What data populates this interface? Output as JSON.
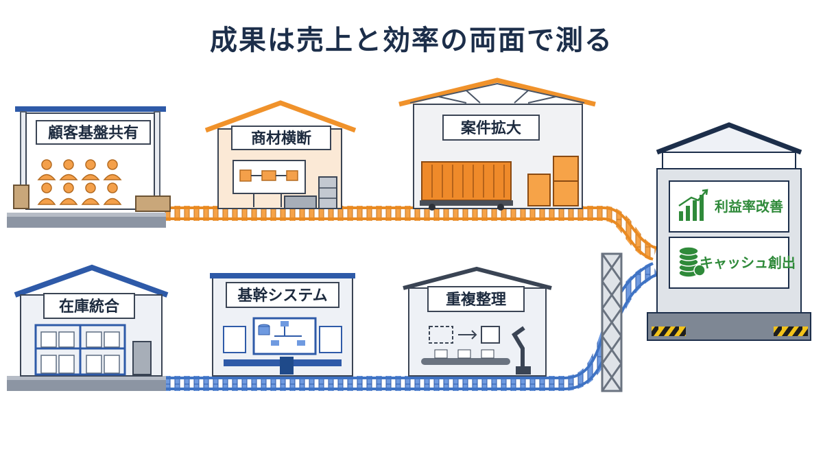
{
  "title": "成果は売上と効率の両面で測る",
  "colors": {
    "navy": "#1c2e4a",
    "orange": "#f0922b",
    "blue": "#3f73c4",
    "green": "#2f8a3a"
  },
  "sales_track": {
    "stations": [
      {
        "label": "顧客基盤共有",
        "icon": "audience-icon"
      },
      {
        "label": "商材横断",
        "icon": "product-chain-icon"
      },
      {
        "label": "案件拡大",
        "icon": "cargo-container-icon"
      }
    ]
  },
  "efficiency_track": {
    "stations": [
      {
        "label": "在庫統合",
        "icon": "warehouse-shelves-icon"
      },
      {
        "label": "基幹システム",
        "icon": "database-network-icon"
      },
      {
        "label": "重複整理",
        "icon": "robot-arm-conveyor-icon"
      }
    ]
  },
  "destination": {
    "results": [
      {
        "label": "利益率改善",
        "icon": "growth-chart-icon"
      },
      {
        "label": "キャッシュ創出",
        "icon": "coin-stack-icon"
      }
    ]
  }
}
